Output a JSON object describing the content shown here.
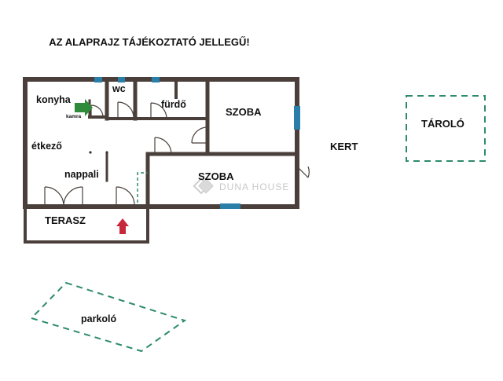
{
  "notice": "AZ ALAPRAJZ TÁJÉKOZTATÓ JELLEGŰ!",
  "rooms": {
    "konyha": "konyha",
    "kamra": "kamra",
    "wc": "wc",
    "furdo": "fürdő",
    "szoba_top": "SZOBA",
    "etkezo": "étkező",
    "nappali": "nappali",
    "szoba_bottom": "SZOBA",
    "terasz": "TERASZ"
  },
  "outside": {
    "kert": "KERT",
    "tarolo": "TÁROLÓ",
    "parkolo": "parkoló"
  },
  "watermark": {
    "brand": "DUNA HOUSE"
  },
  "colors": {
    "wall": "#4a3f3a",
    "window": "#2a7fa8",
    "dashed_area": "#2e8b6a",
    "entrance_arrow": "#c8283c",
    "kamra_arrow": "#2f8a3a",
    "watermark": "#c9c9c9"
  }
}
